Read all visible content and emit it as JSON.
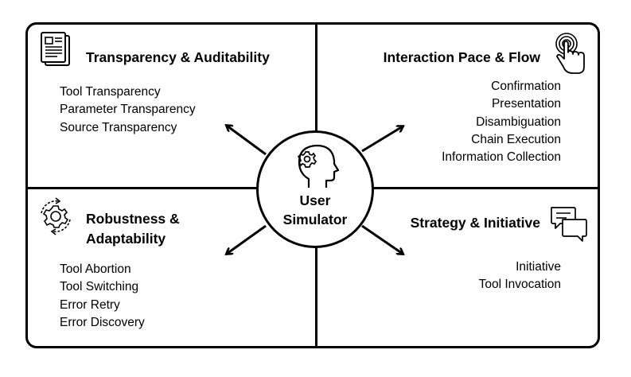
{
  "quadrants": {
    "top_left": {
      "title": "Transparency & Auditability",
      "icon": "document-icon",
      "items": [
        "Tool Transparency",
        "Parameter Transparency",
        "Source Transparency"
      ]
    },
    "top_right": {
      "title": "Interaction Pace & Flow",
      "icon": "touch-icon",
      "items": [
        "Confirmation",
        "Presentation",
        "Disambiguation",
        "Chain Execution",
        "Information Collection"
      ]
    },
    "bottom_left": {
      "title_line1": "Robustness &",
      "title_line2": "Adaptability",
      "icon": "gear-refresh-icon",
      "items": [
        "Tool Abortion",
        "Tool Switching",
        "Error Retry",
        "Error Discovery"
      ]
    },
    "bottom_right": {
      "title": "Strategy & Initiative",
      "icon": "chat-icon",
      "items": [
        "Initiative",
        "Tool Invocation"
      ]
    }
  },
  "center": {
    "line1": "User",
    "line2": "Simulator",
    "icon": "head-gear-icon"
  }
}
